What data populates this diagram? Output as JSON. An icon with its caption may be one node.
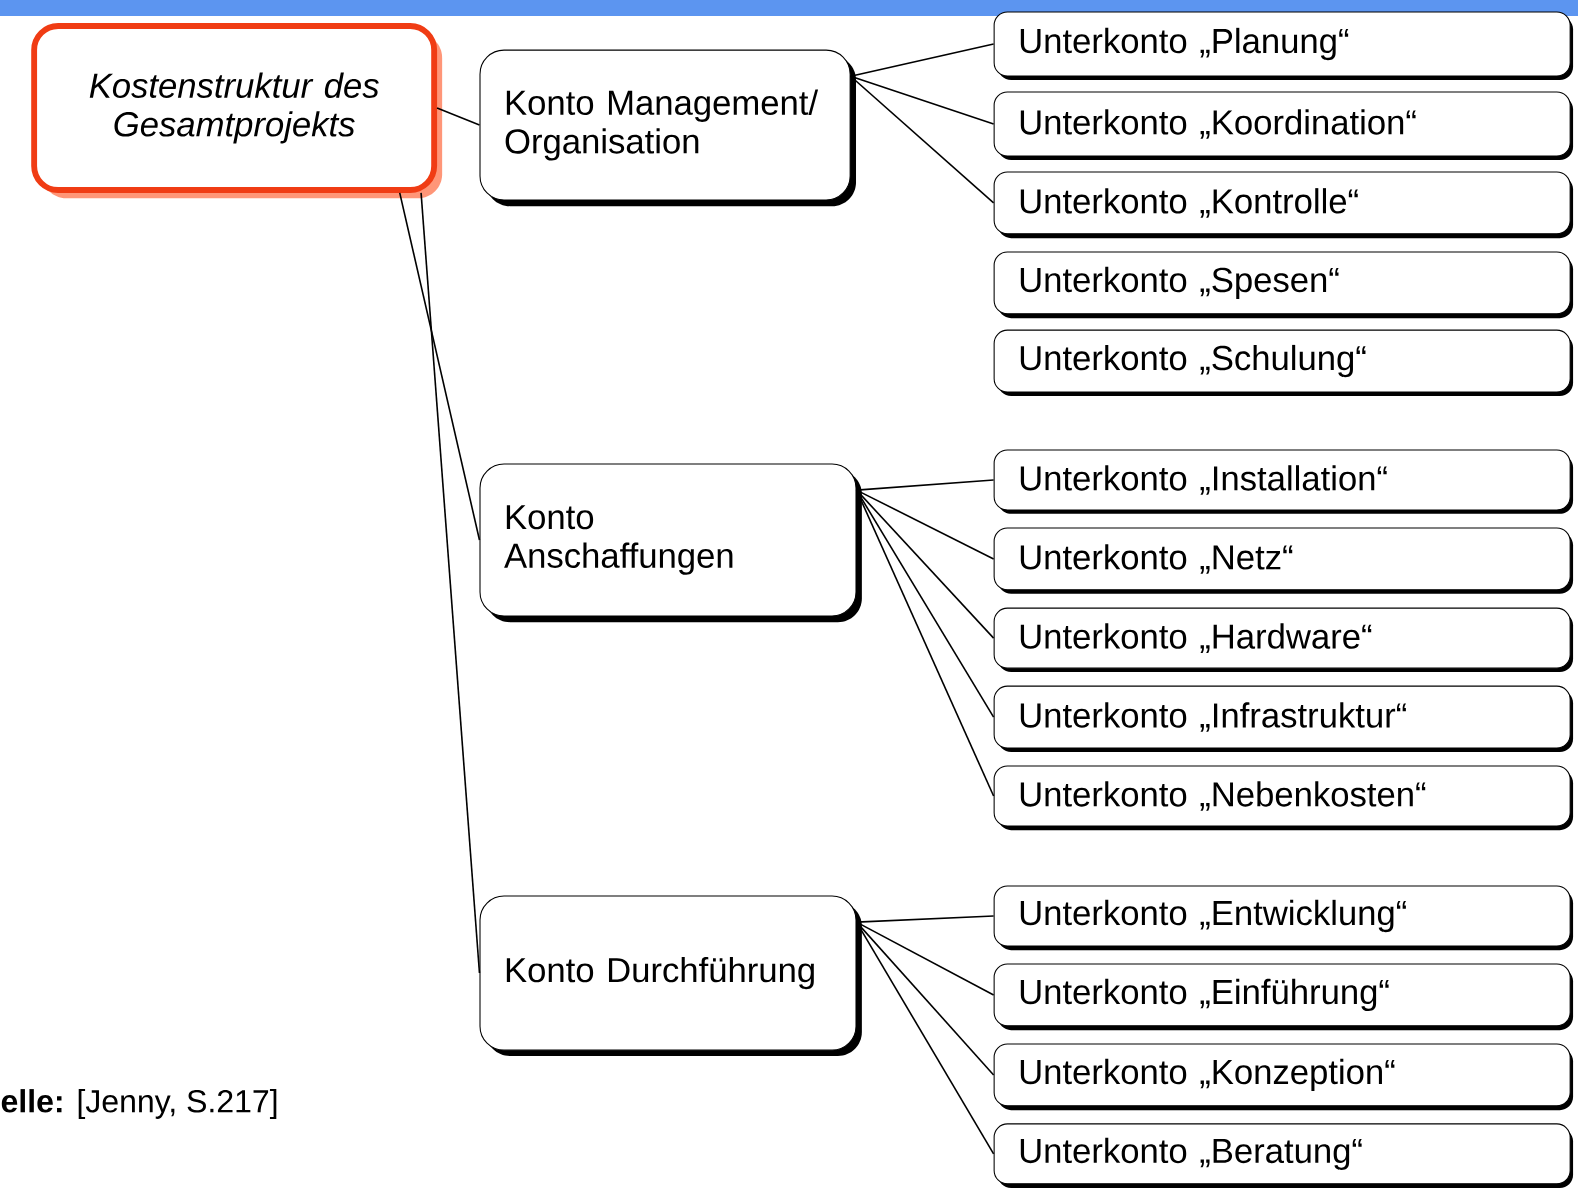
{
  "diagram": {
    "nodes": [
      {
        "text": [
          "Kostenstruktur des Gesamtprojekts"
        ]
      },
      {
        "text": [
          "Konto Management/ Organisation"
        ]
      },
      {
        "text": [
          "Unterkonto „Planung“"
        ]
      },
      {
        "text": [
          "Unterkonto „Koordination“"
        ]
      },
      {
        "text": [
          "Unterkonto „Kontrolle“"
        ]
      },
      {
        "text": [
          "Unterkonto „Spesen“"
        ]
      },
      {
        "text": [
          "Unterkonto „Schulung“"
        ]
      },
      {
        "text": [
          "Konto Anschaffungen"
        ]
      },
      {
        "text": [
          "Unterkonto „Installation“"
        ]
      },
      {
        "text": [
          "Unterkonto „Netz“"
        ]
      },
      {
        "text": [
          "Unterkonto „Hardware“"
        ]
      },
      {
        "text": [
          "Unterkonto „Infrastruktur“"
        ]
      },
      {
        "text": [
          "Unterkonto „Nebenkosten“"
        ]
      },
      {
        "text": [
          "Konto Durchführung"
        ]
      },
      {
        "text": [
          "Unterkonto „Entwicklung“"
        ]
      },
      {
        "text": [
          "Unterkonto „Einführung“"
        ]
      },
      {
        "text": [
          "Unterkonto „Konzeption“"
        ]
      },
      {
        "text": [
          "Unterkonto „Beratung“"
        ]
      }
    ],
    "edges": [
      {
        "from": 0,
        "to": 1,
        "arrow": "none"
      },
      {
        "from": 0,
        "to": 7,
        "arrow": "none"
      },
      {
        "from": 0,
        "to": 13,
        "arrow": "none"
      },
      {
        "from": 1,
        "to": 2,
        "arrow": "none"
      },
      {
        "from": 1,
        "to": 3,
        "arrow": "none"
      },
      {
        "from": 1,
        "to": 4,
        "arrow": "none"
      },
      {
        "from": 7,
        "to": 8,
        "arrow": "none"
      },
      {
        "from": 7,
        "to": 9,
        "arrow": "none"
      },
      {
        "from": 7,
        "to": 10,
        "arrow": "none"
      },
      {
        "from": 7,
        "to": 11,
        "arrow": "none"
      },
      {
        "from": 7,
        "to": 12,
        "arrow": "none"
      },
      {
        "from": 13,
        "to": 14,
        "arrow": "none"
      },
      {
        "from": 13,
        "to": 15,
        "arrow": "none"
      },
      {
        "from": 13,
        "to": 16,
        "arrow": "none"
      },
      {
        "from": 13,
        "to": 17,
        "arrow": "none"
      }
    ],
    "labels": [
      "**elle:**  [Jenny, S.217]"
    ]
  }
}
